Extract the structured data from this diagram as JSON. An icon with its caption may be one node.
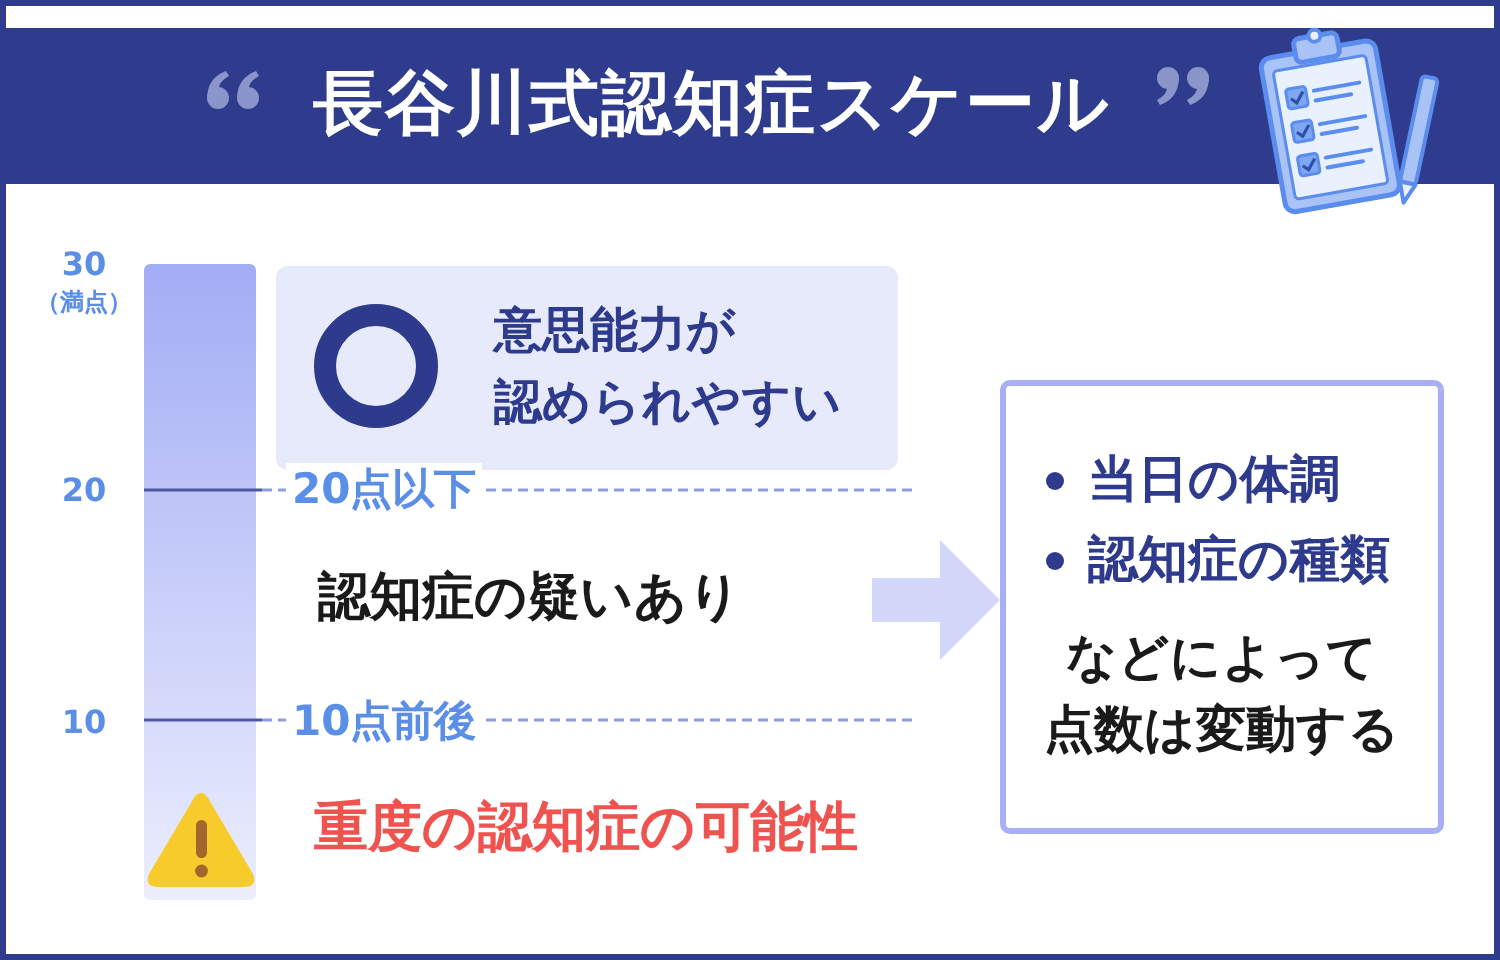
{
  "diagram": {
    "title": "長谷川式認知症スケール",
    "nodes": [
      {
        "text": [
          "意思能力が認められやすい"
        ]
      },
      {
        "text": [
          "当日の体調",
          "認知症の種類",
          "などによって点数は変動する"
        ]
      }
    ],
    "edges": [
      {
        "from": null,
        "to": 1,
        "arrow": "to"
      }
    ],
    "labels": [
      "30",
      "（満点）",
      "20",
      "20点以下",
      "認知症の疑いあり",
      "10",
      "10点前後",
      "重度の認知症の可能性"
    ]
  }
}
